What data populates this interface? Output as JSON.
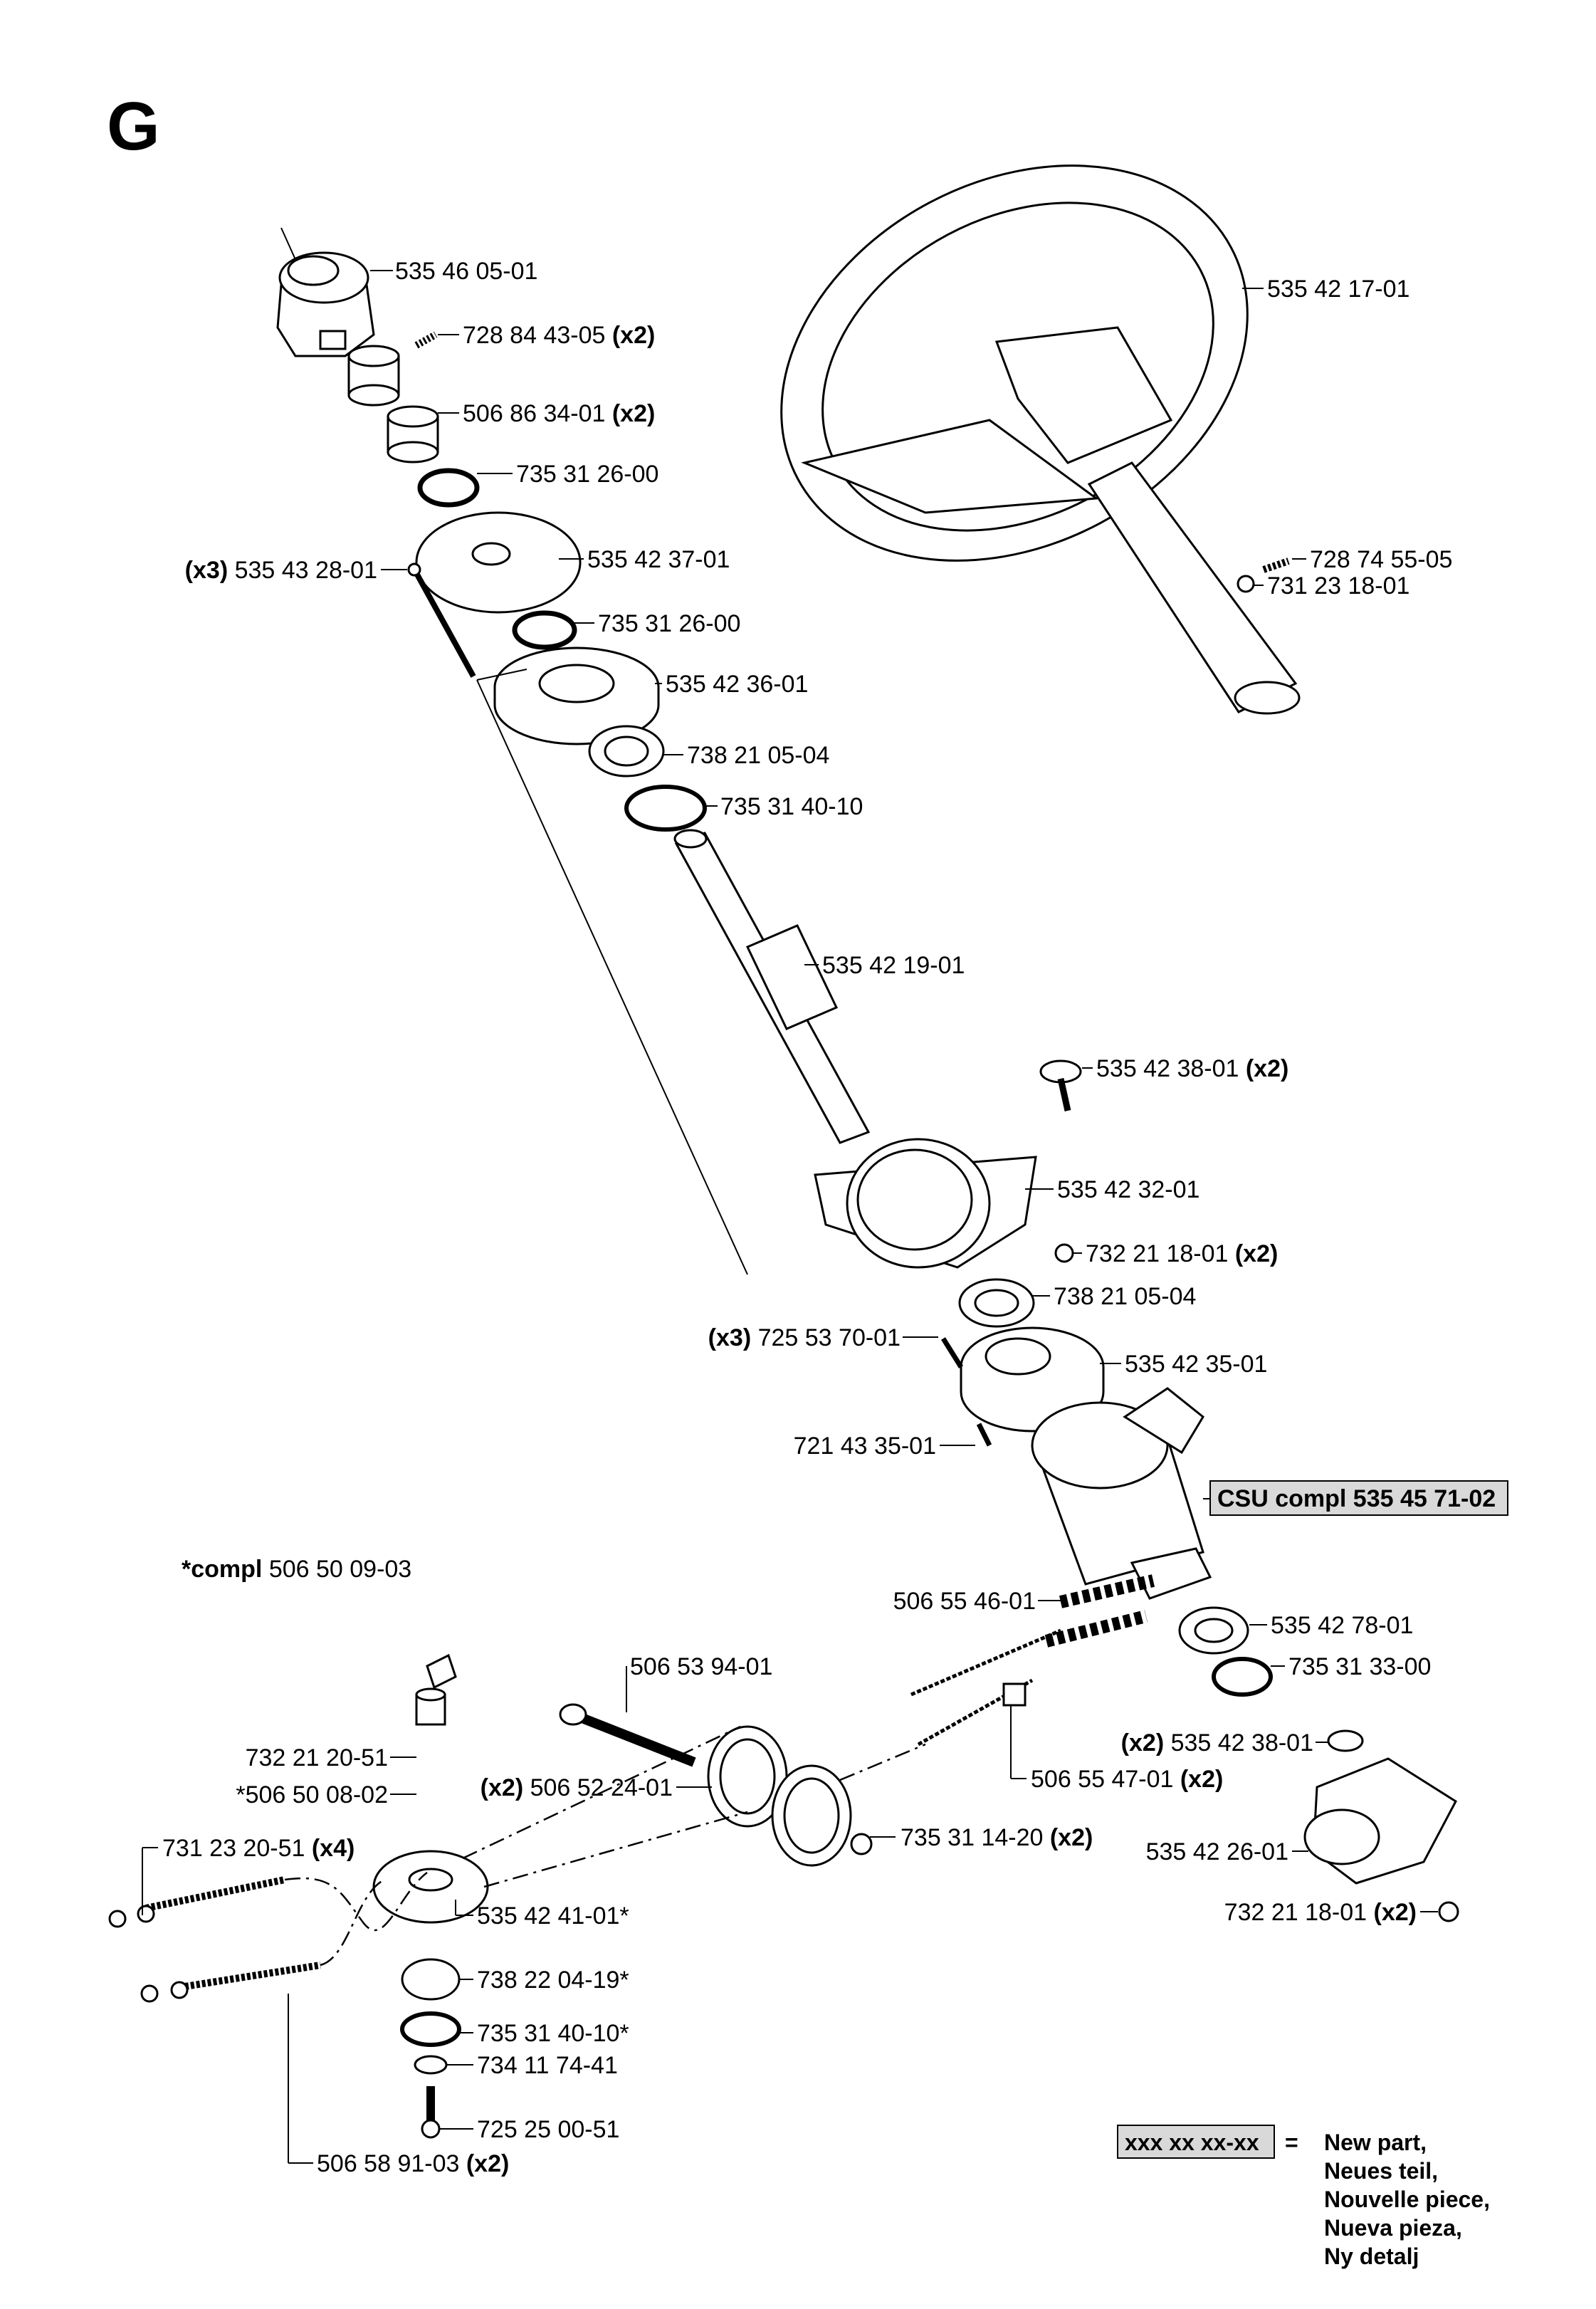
{
  "section": "G",
  "callouts": [
    {
      "id": "c1",
      "prefix": "",
      "number": "535 46 05-01",
      "qty": ""
    },
    {
      "id": "c2",
      "prefix": "",
      "number": "728 84 43-05",
      "qty": "(x2)"
    },
    {
      "id": "c3",
      "prefix": "",
      "number": "506 86 34-01",
      "qty": "(x2)"
    },
    {
      "id": "c4",
      "prefix": "",
      "number": "735 31 26-00",
      "qty": ""
    },
    {
      "id": "c5",
      "prefix": "",
      "number": "535 42 37-01",
      "qty": ""
    },
    {
      "id": "c6",
      "prefix": "(x3)",
      "number": "535 43 28-01",
      "qty": ""
    },
    {
      "id": "c7",
      "prefix": "",
      "number": "735 31 26-00",
      "qty": ""
    },
    {
      "id": "c8",
      "prefix": "",
      "number": "535 42 36-01",
      "qty": ""
    },
    {
      "id": "c9",
      "prefix": "",
      "number": "738 21 05-04",
      "qty": ""
    },
    {
      "id": "c10",
      "prefix": "",
      "number": "735 31 40-10",
      "qty": ""
    },
    {
      "id": "c11",
      "prefix": "",
      "number": "535 42 19-01",
      "qty": ""
    },
    {
      "id": "c12",
      "prefix": "",
      "number": "535 42 17-01",
      "qty": ""
    },
    {
      "id": "c13",
      "prefix": "",
      "number": "728 74 55-05",
      "qty": ""
    },
    {
      "id": "c14",
      "prefix": "",
      "number": "731 23 18-01",
      "qty": ""
    },
    {
      "id": "c15",
      "prefix": "",
      "number": "535 42 38-01",
      "qty": "(x2)"
    },
    {
      "id": "c16",
      "prefix": "",
      "number": "535 42 32-01",
      "qty": ""
    },
    {
      "id": "c17",
      "prefix": "",
      "number": "732 21 18-01",
      "qty": "(x2)"
    },
    {
      "id": "c18",
      "prefix": "",
      "number": "738 21 05-04",
      "qty": ""
    },
    {
      "id": "c19",
      "prefix": "(x3)",
      "number": "725 53 70-01",
      "qty": ""
    },
    {
      "id": "c20",
      "prefix": "",
      "number": "535 42 35-01",
      "qty": ""
    },
    {
      "id": "c21",
      "prefix": "",
      "number": "721 43 35-01",
      "qty": ""
    },
    {
      "id": "c22",
      "prefix": "",
      "number": "506 55 46-01",
      "qty": ""
    },
    {
      "id": "c23",
      "prefix": "",
      "number": "535 42 78-01",
      "qty": ""
    },
    {
      "id": "c24",
      "prefix": "",
      "number": "735 31 33-00",
      "qty": ""
    },
    {
      "id": "c25",
      "prefix": "",
      "number": "506 53 94-01",
      "qty": ""
    },
    {
      "id": "c26",
      "prefix": "(x2)",
      "number": "535 42 38-01",
      "qty": ""
    },
    {
      "id": "c27",
      "prefix": "",
      "number": "506 55 47-01",
      "qty": "(x2)"
    },
    {
      "id": "c28",
      "prefix": "",
      "number": "732 21 20-51",
      "qty": ""
    },
    {
      "id": "c29",
      "prefix": "",
      "number": "*506 50 08-02",
      "qty": ""
    },
    {
      "id": "c30",
      "prefix": "(x2)",
      "number": "506 52 24-01",
      "qty": ""
    },
    {
      "id": "c31",
      "prefix": "",
      "number": "735 31 14-20",
      "qty": "(x2)"
    },
    {
      "id": "c32",
      "prefix": "",
      "number": "535 42 26-01",
      "qty": ""
    },
    {
      "id": "c33",
      "prefix": "",
      "number": "731 23 20-51",
      "qty": "(x4)"
    },
    {
      "id": "c34",
      "prefix": "",
      "number": "732 21 18-01",
      "qty": "(x2)"
    },
    {
      "id": "c35",
      "prefix": "",
      "number": "535 42 41-01*",
      "qty": ""
    },
    {
      "id": "c36",
      "prefix": "",
      "number": "738 22 04-19*",
      "qty": ""
    },
    {
      "id": "c37",
      "prefix": "",
      "number": "735 31 40-10*",
      "qty": ""
    },
    {
      "id": "c38",
      "prefix": "",
      "number": "734 11 74-41",
      "qty": ""
    },
    {
      "id": "c39",
      "prefix": "",
      "number": "725 25 00-51",
      "qty": ""
    },
    {
      "id": "c40",
      "prefix": "",
      "number": "506 58 91-03",
      "qty": "(x2)"
    }
  ],
  "assembly": {
    "label": "CSU compl 535 45 71-02"
  },
  "compl_note": {
    "prefix": "*compl",
    "number": "506 50 09-03"
  },
  "legend": {
    "box": "xxx xx xx-xx",
    "equals": "=",
    "lines": [
      "New part,",
      "Neues teil,",
      "Nouvelle piece,",
      "Nueva pieza,",
      "Ny detalj"
    ]
  },
  "colors": {
    "line": "#000000",
    "highlight_box": "#d9d9d9",
    "background": "#ffffff"
  }
}
